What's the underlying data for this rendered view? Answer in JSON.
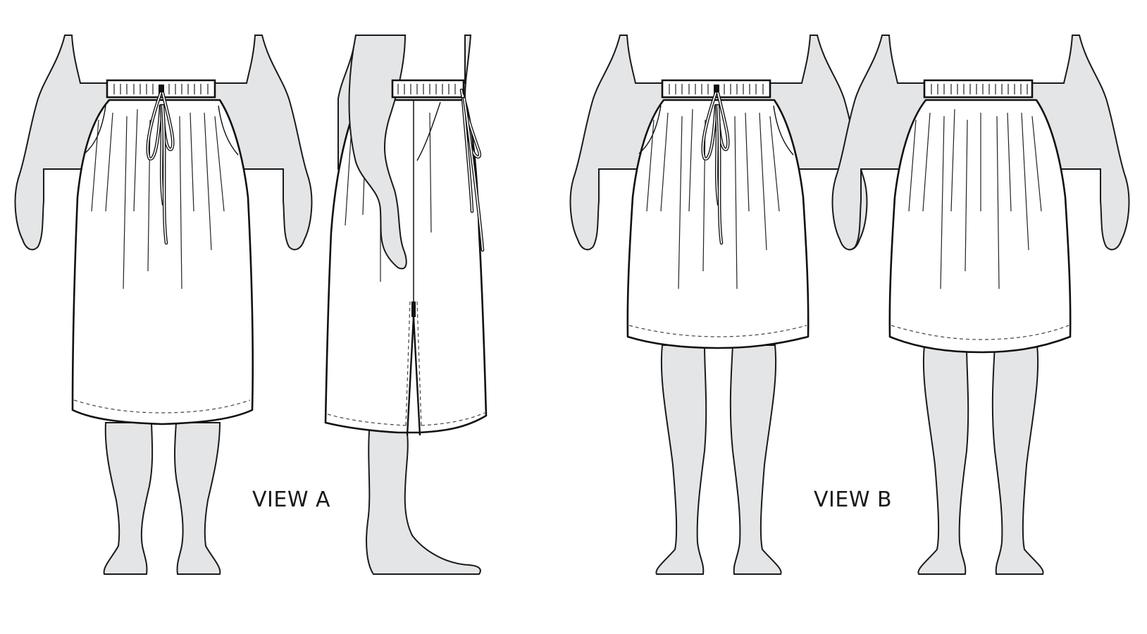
{
  "figure": {
    "type": "technical fashion flat",
    "subject": "skirt with elastic waistband, gathers, pockets",
    "views": [
      {
        "id": "view-a",
        "label": "VIEW A",
        "description": "Midi-length skirt with drawstring; front and side/back views with back slit"
      },
      {
        "id": "view-b",
        "label": "VIEW B",
        "description": "Knee-length skirt; front view with drawstring and back view without"
      }
    ]
  },
  "colors": {
    "body_fill": "#e4e5e7",
    "outline": "#111111",
    "garment_fill": "#ffffff",
    "background": "#ffffff"
  }
}
